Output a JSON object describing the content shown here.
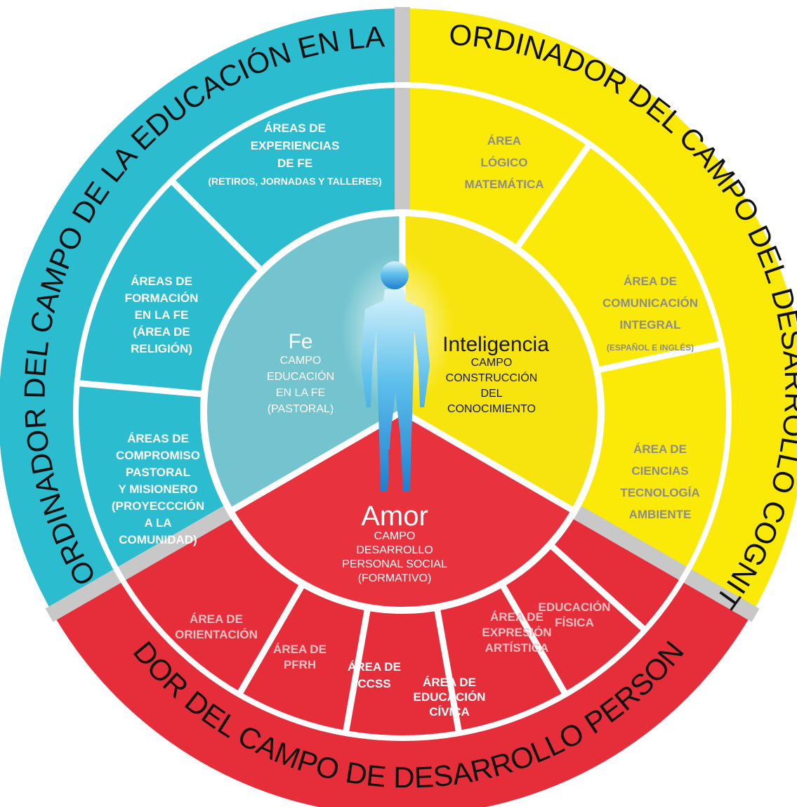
{
  "colors": {
    "fe_outer": "#2bbcd0",
    "fe_inner": "#73c4cf",
    "cog_outer": "#fbea08",
    "cog_inner": "#f7e40f",
    "soc_outer": "#e62e3b",
    "soc_inner": "#e8333e",
    "divider": "#c8c8c8",
    "white": "#ffffff"
  },
  "coordinators": {
    "fe": "COORDINADOR DEL CAMPO DE LA EDUCACIÓN EN LA FE",
    "cognitivo": "COORDINADOR DEL CAMPO DEL DESARROLLO COGNITIVO",
    "social": "COORDINADOR DEL CAMPO DE DESARROLLO PERSONAL SOCIAL"
  },
  "areas": {
    "fe": [
      [
        "ÁREAS DE",
        "EXPERIENCIAS",
        "DE FE",
        "(RETIROS, JORNADAS Y TALLERES)"
      ],
      [
        "ÁREAS DE",
        "FORMACIÓN",
        "EN LA FE",
        "(ÁREA DE",
        "RELIGIÓN)"
      ],
      [
        "ÁREAS DE",
        "COMPROMISO",
        "PASTORAL",
        "Y MISIONERO",
        "(PROYECCCIÓN",
        "A LA",
        "COMUNIDAD)"
      ]
    ],
    "cognitivo": [
      [
        "ÁREA",
        "LÓGICO",
        "MATEMÁTICA"
      ],
      [
        "ÁREA DE",
        "COMUNICACIÓN",
        "INTEGRAL",
        "(ESPAÑOL E INGLÉS)"
      ],
      [
        "ÁREA DE",
        "CIENCIAS",
        "TECNOLOGÍA",
        "AMBIENTE"
      ]
    ],
    "social": [
      [
        "ÁREA DE",
        "ORIENTACIÓN"
      ],
      [
        "ÁREA DE",
        "PFRH"
      ],
      [
        "ÁREA DE",
        "CCSS"
      ],
      [
        "ÁREA DE",
        "EDUCACIÓN",
        "CÍVICA"
      ],
      [
        "ÁREA DE",
        "EXPRESIÓN",
        "ARTÍSTICA"
      ],
      [
        "EDUCACIÓN",
        "FÍSICA"
      ]
    ]
  },
  "core": {
    "fe": {
      "title": "Fe",
      "lines": [
        "CAMPO",
        "EDUCACIÓN",
        "EN LA FE",
        "(PASTORAL)"
      ]
    },
    "inteligencia": {
      "title": "Inteligencia",
      "lines": [
        "CAMPO",
        "CONSTRUCCIÓN",
        "DEL",
        "CONOCIMIENTO"
      ]
    },
    "amor": {
      "title": "Amor",
      "lines": [
        "CAMPO",
        "DESARROLLO",
        "PERSONAL SOCIAL",
        "(FORMATIVO)"
      ]
    }
  },
  "icons": {
    "center": "human-figure-icon"
  }
}
